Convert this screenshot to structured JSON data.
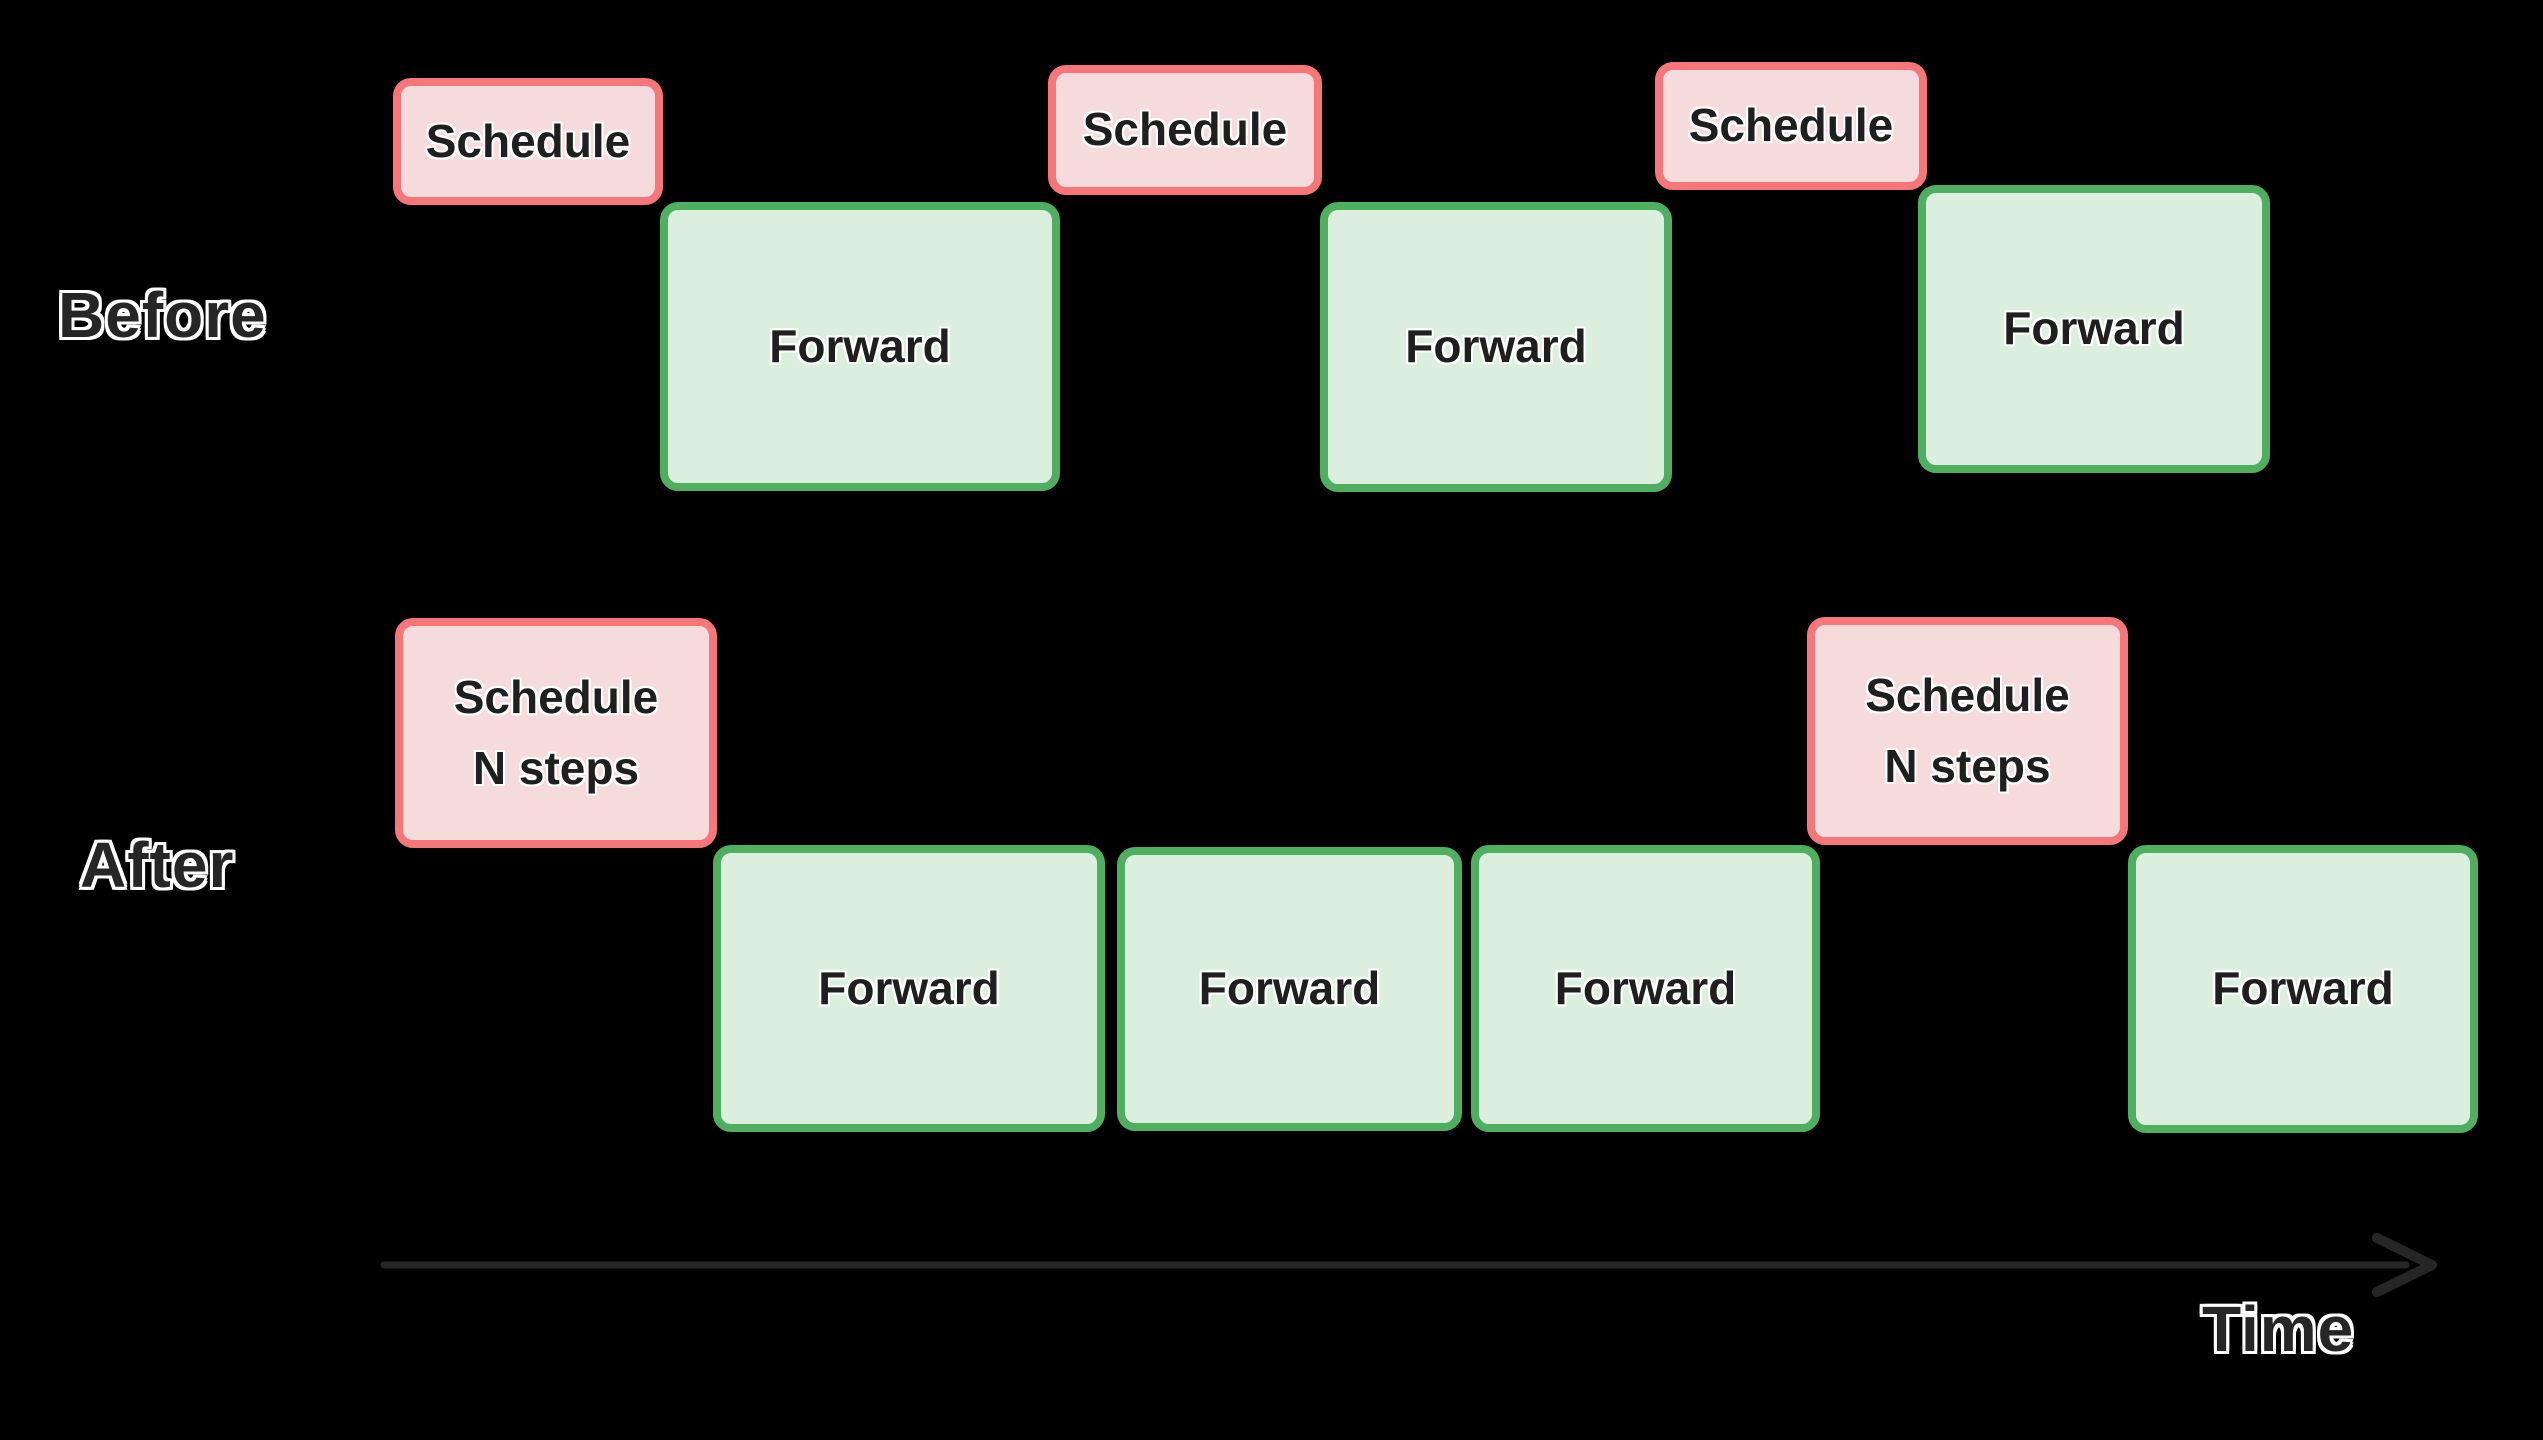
{
  "colors": {
    "background": "#000000",
    "schedule_fill": "#f6dbdd",
    "schedule_border": "#f7767a",
    "forward_fill": "#dcefdf",
    "forward_border": "#4daf5f",
    "box_text": "#1f1f1f",
    "outline_text": "#262626",
    "arrow": "#262626"
  },
  "rows": {
    "before": {
      "label": "Before",
      "boxes": [
        {
          "type": "schedule",
          "label": "Schedule"
        },
        {
          "type": "forward",
          "label": "Forward"
        },
        {
          "type": "schedule",
          "label": "Schedule"
        },
        {
          "type": "forward",
          "label": "Forward"
        },
        {
          "type": "schedule",
          "label": "Schedule"
        },
        {
          "type": "forward",
          "label": "Forward"
        }
      ]
    },
    "after": {
      "label": "After",
      "boxes": [
        {
          "type": "schedule",
          "label": "Schedule\nN steps"
        },
        {
          "type": "forward",
          "label": "Forward"
        },
        {
          "type": "forward",
          "label": "Forward"
        },
        {
          "type": "forward",
          "label": "Forward"
        },
        {
          "type": "schedule",
          "label": "Schedule\nN steps"
        },
        {
          "type": "forward",
          "label": "Forward"
        }
      ]
    }
  },
  "timeline": {
    "label": "Time"
  }
}
